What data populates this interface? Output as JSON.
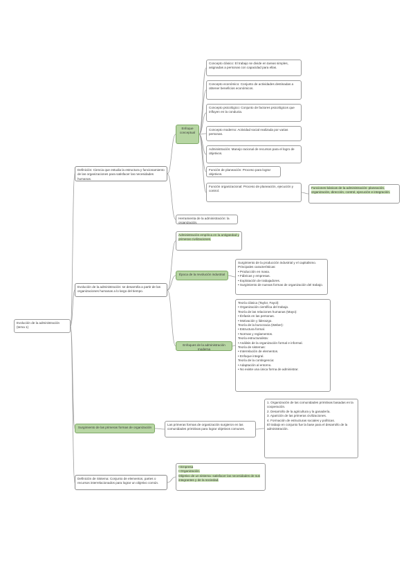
{
  "root": {
    "text": "Evolución de la administración (tema 1)"
  },
  "branches": [
    {
      "text": "Definición: Ciencia que estudia la estructura y funcionamiento de las organizaciones para satisfacer las necesidades humanas.",
      "children": [
        {
          "text": "Enfoque conceptual",
          "leaves": [
            "Concepto clásico: El trabajo se divide en tareas simples, asignadas a personas con capacidad para ellas.",
            "Concepto económico: Conjunto de actividades destinadas a obtener beneficios económicos.",
            "Concepto psicológico: Conjunto de factores psicológicos que influyen en la conducta.",
            "Concepto moderno: Actividad social realizada por varias personas.",
            "Administración: Manejo racional de recursos para el logro de objetivos.",
            "Función de planeación: Proceso para lograr objetivos.",
            "Función organizacional: Proceso de planeación, ejecución y control."
          ]
        },
        {
          "text": "Herramienta de la administración: la organización."
        }
      ],
      "note": "Funciones básicas de la administración: planeación, organización, dirección, control, ejecución e integración."
    },
    {
      "text": "Evolución de la administración: se desarrolla a partir de las organizaciones humanas a lo largo del tiempo.",
      "children": [
        {
          "text": "Administración empírica en la antigüedad y primeras civilizaciones."
        },
        {
          "text": "Época de la revolución industrial",
          "leaves": [
            "Surgimiento de la producción industrial y el capitalismo.\nPrincipales características:\n• Producción en masa.\n• Fábricas y empresas.\n• Explotación de trabajadores.\n• Surgimiento de nuevas formas de organización del trabajo."
          ]
        },
        {
          "text": "Enfoques de la administración moderna",
          "leaves": [
            "Teoría clásica (Taylor, Fayol):\n• Organización científica del trabajo.\nTeoría de las relaciones humanas (Mayo):\n• Énfasis en las personas.\n• Motivación y liderazgo.\nTeoría de la burocracia (Weber):\n• Estructura formal.\n• Normas y reglamentos.\nTeoría estructuralista:\n• Análisis de la organización formal e informal.\nTeoría de sistemas:\n• Interrelación de elementos.\n• Enfoque integral.\nTeoría de la contingencia:\n• Adaptación al entorno.\n• No existe una única forma de administrar."
          ]
        }
      ]
    },
    {
      "text": "Surgimiento de las primeras formas de organización",
      "children": [
        {
          "text": "Las primeras formas de organización surgieron en las comunidades primitivas para lograr objetivos comunes.",
          "leaves": [
            "1. Organización de las comunidades primitivas basadas en la cooperación.\n2. Desarrollo de la agricultura y la ganadería.\n3. Aparición de las primeras civilizaciones.\n4. Formación de estructuras sociales y políticas.\nEl trabajo en conjunto fue la base para el desarrollo de la administración."
          ]
        }
      ]
    },
    {
      "text": "Definición de Sistema: Conjunto de elementos, partes o recursos interrelacionados para lograr un objetivo común.",
      "children": [
        {
          "text": "• Empresa\n• Organización.\nObjetivo de un sistema: satisfacer las necesidades de sus integrantes y de la sociedad."
        }
      ]
    }
  ]
}
